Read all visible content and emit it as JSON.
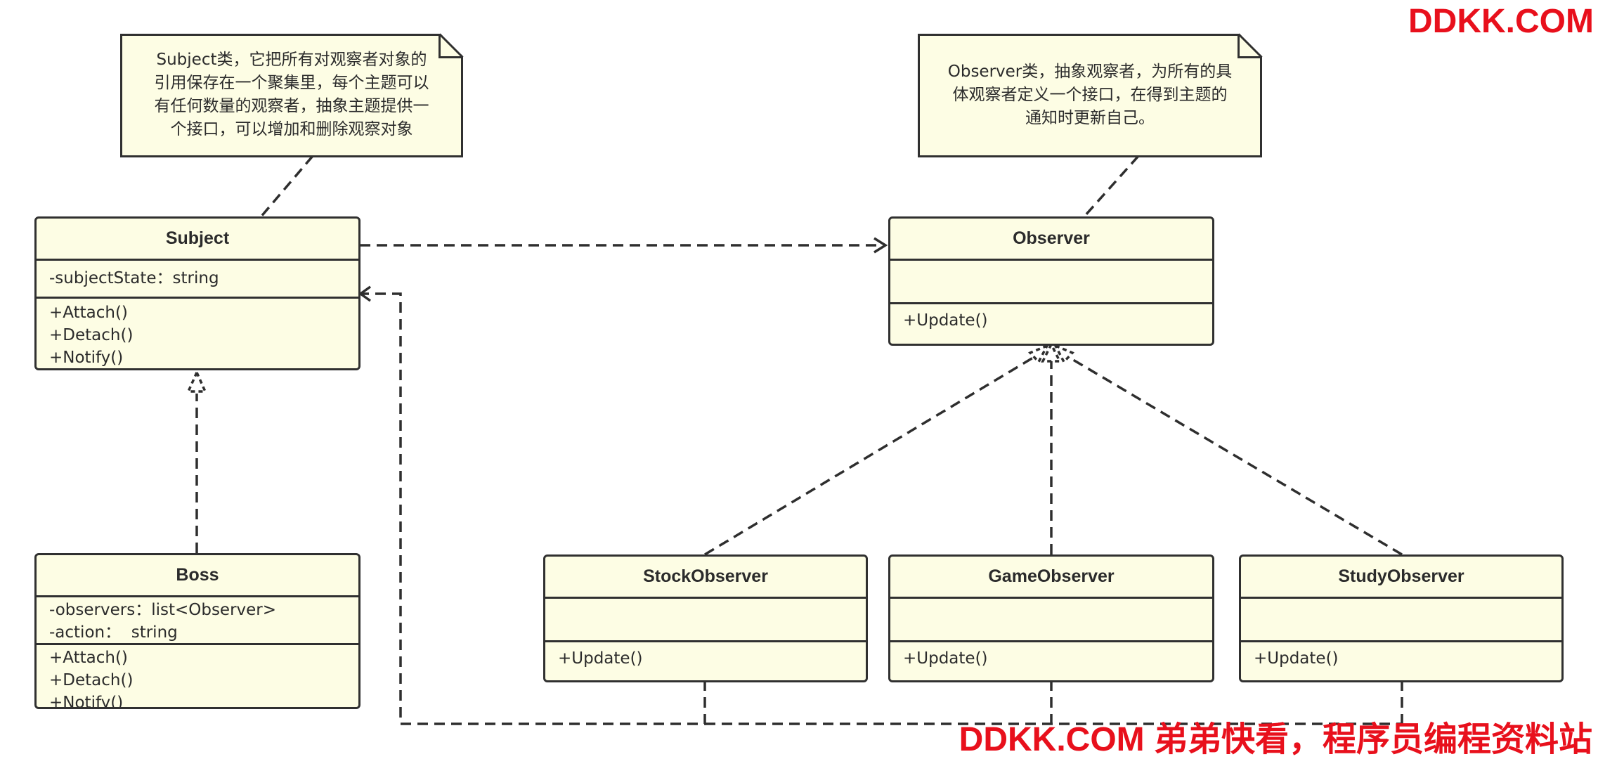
{
  "notes": {
    "subject_note": "Subject类，它把所有对观察者对象的\n引用保存在一个聚集里，每个主题可以\n有任何数量的观察者，抽象主题提供一\n个接口，可以增加和删除观察对象",
    "observer_note": "Observer类，抽象观察者，为所有的具\n体观察者定义一个接口，在得到主题的\n通知时更新自己。"
  },
  "classes": {
    "subject": {
      "name": "Subject",
      "attributes": [
        "-subjectState：string"
      ],
      "operations": [
        "+Attach()",
        "+Detach()",
        "+Notify()"
      ]
    },
    "observer": {
      "name": "Observer",
      "attributes": [],
      "operations": [
        "+Update()"
      ]
    },
    "boss": {
      "name": "Boss",
      "attributes": [
        "-observers：list<Observer>",
        "-action：  string"
      ],
      "operations": [
        "+Attach()",
        "+Detach()",
        "+Notify()"
      ]
    },
    "stock_observer": {
      "name": "StockObserver",
      "attributes": [],
      "operations": [
        "+Update()"
      ]
    },
    "game_observer": {
      "name": "GameObserver",
      "attributes": [],
      "operations": [
        "+Update()"
      ]
    },
    "study_observer": {
      "name": "StudyObserver",
      "attributes": [],
      "operations": [
        "+Update()"
      ]
    }
  },
  "watermarks": {
    "top": "DDKK.COM",
    "bottom": "DDKK.COM 弟弟快看，程序员编程资料站"
  },
  "colors": {
    "fill": "#fdfde4",
    "stroke": "#303030",
    "watermark": "#e8101c"
  }
}
